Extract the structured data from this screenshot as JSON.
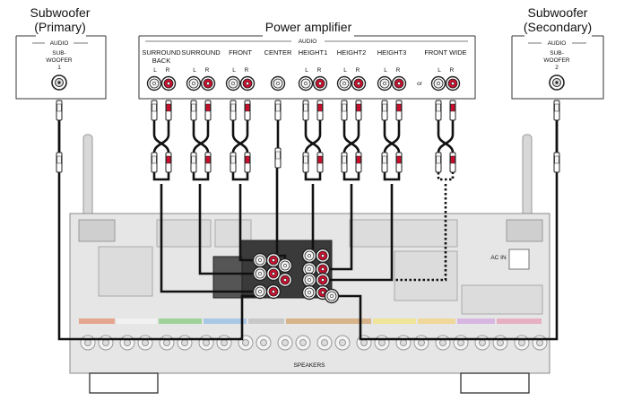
{
  "subwoofer_primary": {
    "title_line1": "Subwoofer",
    "title_line2": "(Primary)",
    "audio_label": "AUDIO",
    "terminal_line1": "SUB-",
    "terminal_line2": "WOOFER",
    "terminal_line3": "1"
  },
  "subwoofer_secondary": {
    "title_line1": "Subwoofer",
    "title_line2": "(Secondary)",
    "audio_label": "AUDIO",
    "terminal_line1": "SUB-",
    "terminal_line2": "WOOFER",
    "terminal_line3": "2"
  },
  "power_amplifier": {
    "title": "Power amplifier",
    "audio_label": "AUDIO",
    "channels": [
      {
        "line1": "SURROUND",
        "line2": "BACK",
        "l": "L",
        "r": "R"
      },
      {
        "line1": "SURROUND",
        "line2": "",
        "l": "L",
        "r": "R"
      },
      {
        "line1": "FRONT",
        "line2": "",
        "l": "L",
        "r": "R"
      },
      {
        "line1": "CENTER",
        "line2": "",
        "l": "",
        "r": ""
      },
      {
        "line1": "HEIGHT1",
        "line2": "",
        "l": "L",
        "r": "R"
      },
      {
        "line1": "HEIGHT2",
        "line2": "",
        "l": "L",
        "r": "R"
      },
      {
        "line1": "HEIGHT3",
        "line2": "",
        "l": "L",
        "r": "R"
      },
      {
        "line1": "FRONT WIDE",
        "line2": "",
        "l": "L",
        "r": "R"
      }
    ],
    "or_label": "or"
  },
  "receiver": {
    "ac_in_label": "AC IN",
    "speakers_label": "SPEAKERS"
  },
  "colors": {
    "cable": "#111111",
    "rca_red": "#c8102e",
    "rca_white": "#f2f2f2",
    "chassis": "#e6e6e6"
  }
}
